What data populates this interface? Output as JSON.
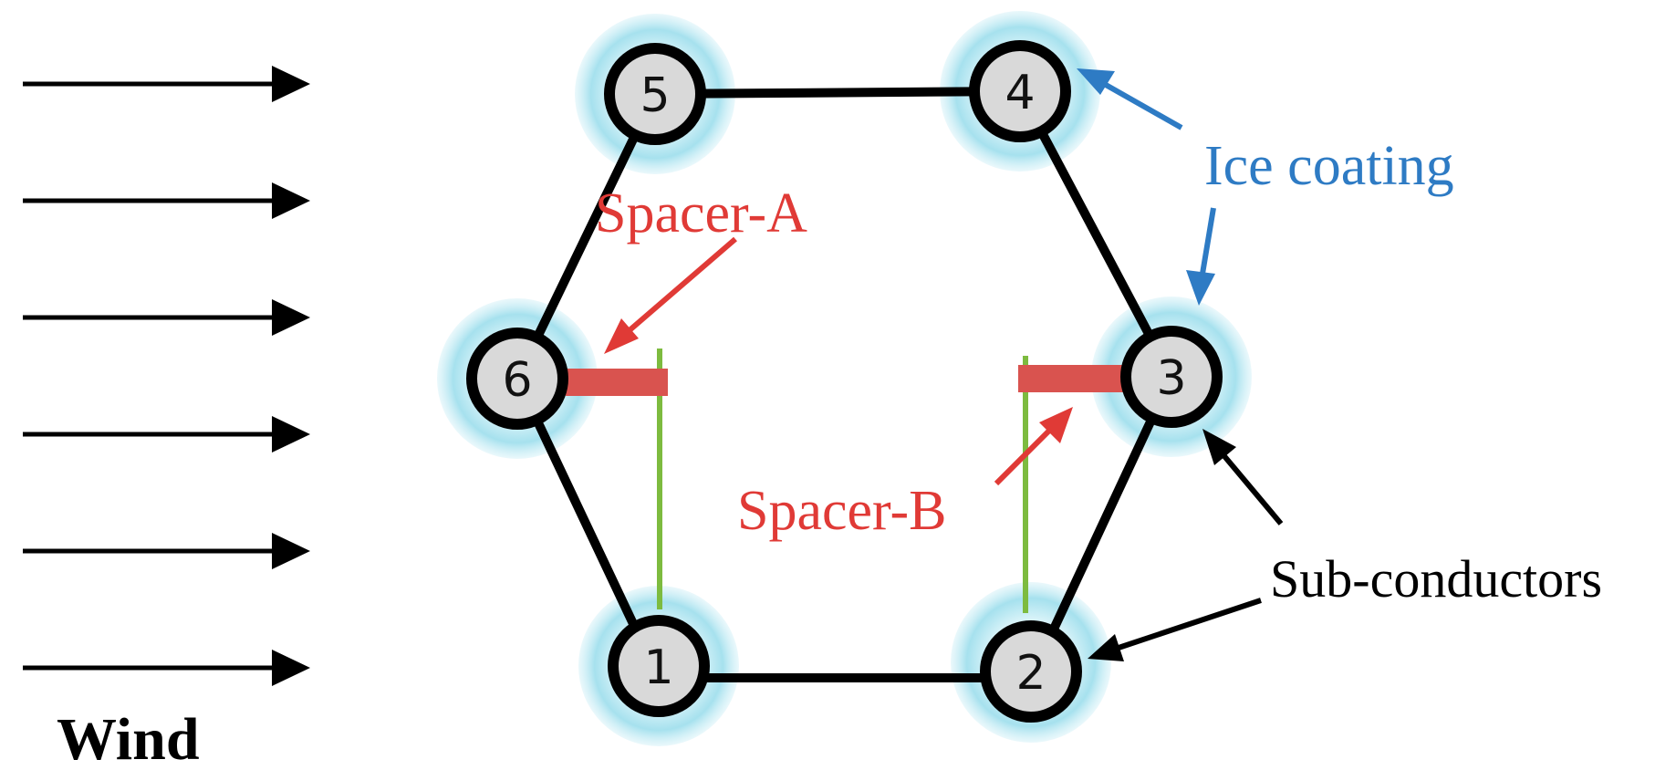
{
  "wind_label": "Wind",
  "ice_coating_label": "Ice coating",
  "spacer_a_label": "Spacer-A",
  "spacer_b_label": "Spacer-B",
  "sub_conductors_label": "Sub-conductors",
  "conductors": [
    {
      "id": "1",
      "label": "1"
    },
    {
      "id": "2",
      "label": "2"
    },
    {
      "id": "3",
      "label": "3"
    },
    {
      "id": "4",
      "label": "4"
    },
    {
      "id": "5",
      "label": "5"
    },
    {
      "id": "6",
      "label": "6"
    }
  ],
  "colors": {
    "frame": "#000000",
    "conductor_fill": "#d9d9d9",
    "ice": "#9fdce9",
    "spacer": "#d9534f",
    "spacer_label": "#e03a36",
    "ice_label": "#2e7bc4",
    "green_line": "#7dbb3f"
  }
}
